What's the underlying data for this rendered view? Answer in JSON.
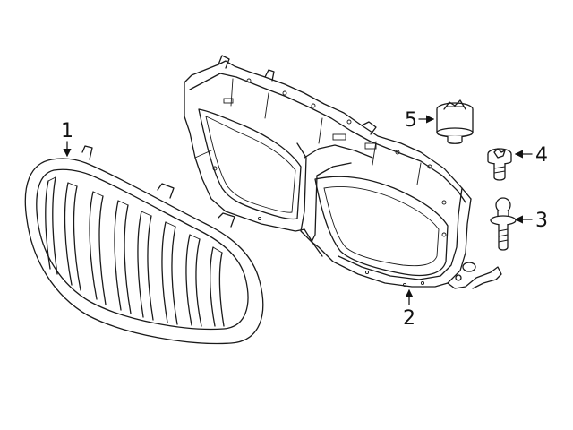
{
  "callouts": {
    "grille": "1",
    "carrier": "2",
    "stud": "3",
    "screw": "4",
    "grommet": "5"
  }
}
